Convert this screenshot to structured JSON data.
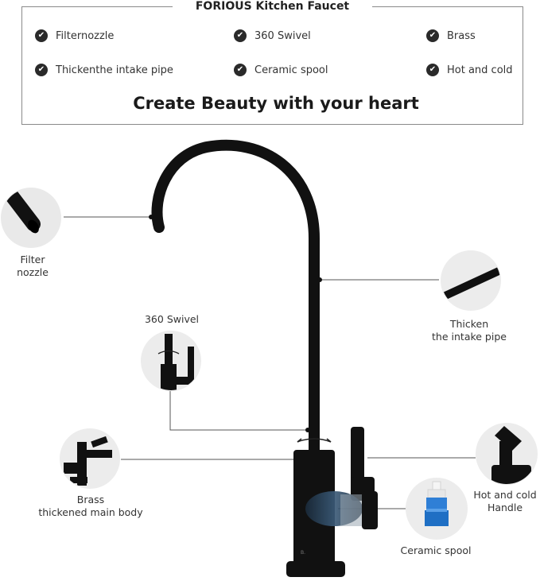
{
  "header": {
    "title": "FORIOUS Kitchen Faucet",
    "slogan": "Create Beauty with your heart"
  },
  "features": [
    "Filternozzle",
    "360 Swivel",
    "Brass",
    "Thickenthe intake pipe",
    "Ceramic spool",
    "Hot and cold"
  ],
  "callouts": {
    "filter_nozzle": {
      "line1": "Filter",
      "line2": "nozzle"
    },
    "swivel": {
      "line1": "360 Swivel"
    },
    "thicken_pipe": {
      "line1": "Thicken",
      "line2": "the intake pipe"
    },
    "brass_body": {
      "line1": "Brass",
      "line2": "thickened main body"
    },
    "handle": {
      "line1": "Hot and cold",
      "line2": "Handle"
    },
    "ceramic_spool": {
      "line1": "Ceramic spool"
    }
  },
  "colors": {
    "faucet": "#111111",
    "spool_blue": "#2f7fd6",
    "spool_white": "#f2f2f2",
    "frame": "#8a8a8a"
  },
  "icons": [
    "check-circle-icon"
  ]
}
